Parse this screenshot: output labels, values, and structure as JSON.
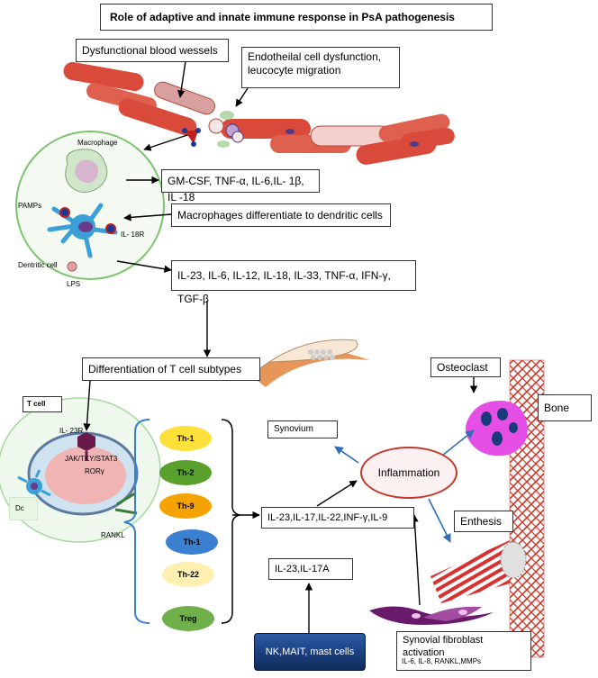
{
  "title": "Role of adaptive and innate immune response in PsA pathogenesis",
  "labels": {
    "blood_vessels": "Dysfunctional blood wessels",
    "endothelial": "Endotheilal cell dysfunction, leucocyte migration",
    "macrophage": "Macrophage",
    "pamps": "PAMPs",
    "il18r": "IL- 18R",
    "dendritic_cell": "Dentritic cell",
    "lps": "LPS",
    "cytokines_macrophage": "GM-CSF, TNF-α, IL-6,IL- 1β, IL -18",
    "macro_to_dc": "Macrophages differentiate to dendritic cells",
    "cytokines_dc": "IL-23, IL-6, IL-12, IL-18, IL-33, TNF-α, IFN-γ, TGF-β",
    "t_cell_diff": "Differentiation of T cell subtypes",
    "t_cell": "T cell",
    "il23r": "IL- 23R",
    "jak": "JAK/TKY/STAT3",
    "ror": "RORγ",
    "dc": "Dc",
    "rankl": "RANKL",
    "cytokines_th": "IL-23,IL-17,IL-22,INF-γ,IL-9",
    "il23_il17a": "IL-23,IL-17A",
    "nk_cells": "NK,MAIT, mast cells",
    "synovium": "Synovium",
    "inflammation": "Inflammation",
    "osteoclast": "Osteoclast",
    "bone": "Bone",
    "enthesis": "Enthesis",
    "fibroblast": "Synovial fibroblast activation",
    "fibroblast_cytokines": "IL-6, IL-8, RANKL,MMPs"
  },
  "th_subsets": [
    {
      "label": "Th-1",
      "color": "#fde13a"
    },
    {
      "label": "Th-2",
      "color": "#5aa02c"
    },
    {
      "label": "Th-9",
      "color": "#f5a300"
    },
    {
      "label": "Th-1",
      "color": "#3a7fd0"
    },
    {
      "label": "Th-22",
      "color": "#fdf0b0"
    },
    {
      "label": "Treg",
      "color": "#6fb04a"
    }
  ],
  "colors": {
    "vessel_red": "#d94a3a",
    "cell_green": "#7cc36e",
    "inflammation_border": "#c0392b",
    "arrow_blue": "#2e6db4",
    "nk_box": "#1f3e7a"
  }
}
